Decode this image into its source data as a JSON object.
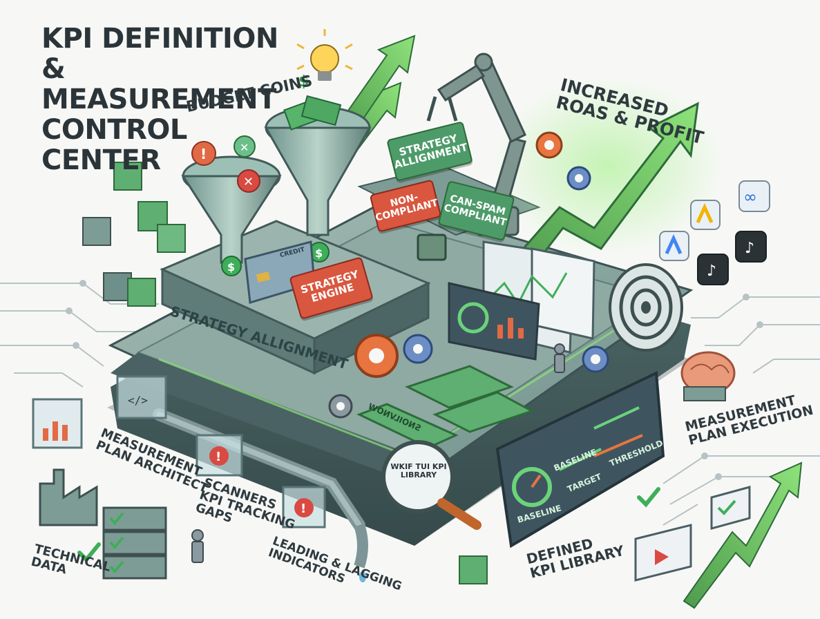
{
  "title": {
    "lines": [
      "KPI Definition &",
      "Measurement",
      "Control",
      "Center"
    ]
  },
  "labels": {
    "budget_coins": "Budget Coins",
    "increased_roas": "Increased\nROAS & Profit",
    "strategy_alignment_platform": "Strategy Allignment",
    "strategy_alignment_sign": "Strategy\nAllignment",
    "non_compliant": "Non-\nCompliant",
    "can_spam": "CAN-SPAM\nCompliant",
    "strategy_engine": "Strategy\nEngine",
    "credit_card": "Credit",
    "measurement_plan_architect": "Measurement\nPlan Architect",
    "scanners": "Scanners\nKPI Tracking\nGaps",
    "leading_lagging": "Leading & Lagging\nIndicators",
    "technical_data": "Technical\nData",
    "defined_kpi_library": "Defined\nKPI Library",
    "measurement_plan_execution": "Measurement\nPlan Execution",
    "kpi_library_lens": "WKIF TUI KPI\nLIBRARY",
    "baseline_gauge": "Baseline",
    "baseline_slider": "Baseline",
    "target": "Target",
    "threshold": "Threshold",
    "mirrored_panel": "SNOILVNOW"
  },
  "colors": {
    "accent_green": "#3fae5a",
    "platform_teal": "#6f8f8a",
    "sign_red": "#d9573f",
    "sign_green": "#4e9b6a",
    "text_dark": "#2b3439"
  },
  "icons": [
    "lightbulb-icon",
    "dollar-icon",
    "funnel-icon",
    "robot-arm-icon",
    "gear-icon",
    "growth-arrow-icon",
    "target-icon",
    "brain-icon",
    "meta-icon",
    "google-ads-icon",
    "tiktok-icon",
    "factory-icon",
    "server-stack-icon",
    "magnifier-icon",
    "checkmark-icon",
    "warning-icon",
    "video-player-icon",
    "chip-icon"
  ]
}
